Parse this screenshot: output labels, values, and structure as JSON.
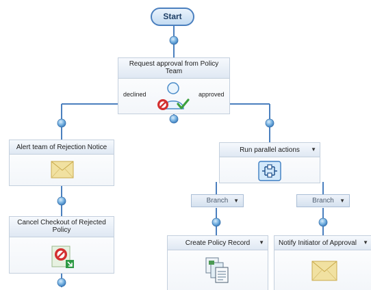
{
  "start": {
    "label": "Start"
  },
  "approval": {
    "title": "Request approval from Policy Team",
    "declined_label": "declined",
    "approved_label": "approved",
    "icon": "approval-user-icon"
  },
  "left_branch": {
    "alert": {
      "title": "Alert team of Rejection Notice",
      "icon": "envelope-icon"
    },
    "cancel": {
      "title": "Cancel Checkout of Rejected Policy",
      "icon": "cancel-checkout-icon"
    }
  },
  "right_branch": {
    "parallel": {
      "title": "Run parallel actions",
      "icon": "parallel-actions-icon"
    },
    "branches": [
      {
        "label": "Branch"
      },
      {
        "label": "Branch"
      }
    ],
    "create_record": {
      "title": "Create Policy Record",
      "icon": "documents-icon"
    },
    "notify": {
      "title": "Notify Initiator of Approval",
      "icon": "envelope-icon"
    }
  },
  "colors": {
    "connector": "#4a7fbe",
    "dot": "#6aa9dc",
    "start_fill": "#d6e7f7",
    "node_border": "#c3cfdd",
    "envelope": "#f1e1a1"
  }
}
